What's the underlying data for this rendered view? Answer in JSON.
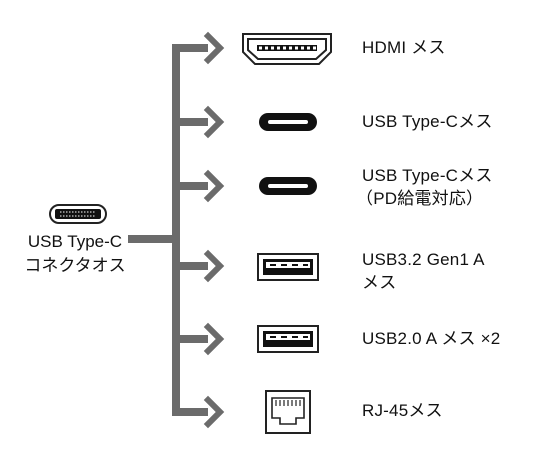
{
  "source": {
    "line1": "USB Type-C",
    "line2": "コネクタオス",
    "icon": "usb-c-plug-icon"
  },
  "outputs": [
    {
      "icon": "hdmi-port-icon",
      "line1": "HDMI メス",
      "line2": ""
    },
    {
      "icon": "usb-c-port-icon",
      "line1": "USB Type-Cメス",
      "line2": ""
    },
    {
      "icon": "usb-c-port-icon",
      "line1": "USB Type-Cメス",
      "line2": "（PD給電対応）"
    },
    {
      "icon": "usb-a-port-icon",
      "line1": "USB3.2 Gen1 A",
      "line2": "メス"
    },
    {
      "icon": "usb-a-port-icon",
      "line1": "USB2.0 A メス ×2",
      "line2": ""
    },
    {
      "icon": "rj45-port-icon",
      "line1": "RJ-45メス",
      "line2": ""
    }
  ],
  "colors": {
    "tree": "#6b6b6b",
    "port_fill": "#111111",
    "port_outline": "#333333"
  }
}
